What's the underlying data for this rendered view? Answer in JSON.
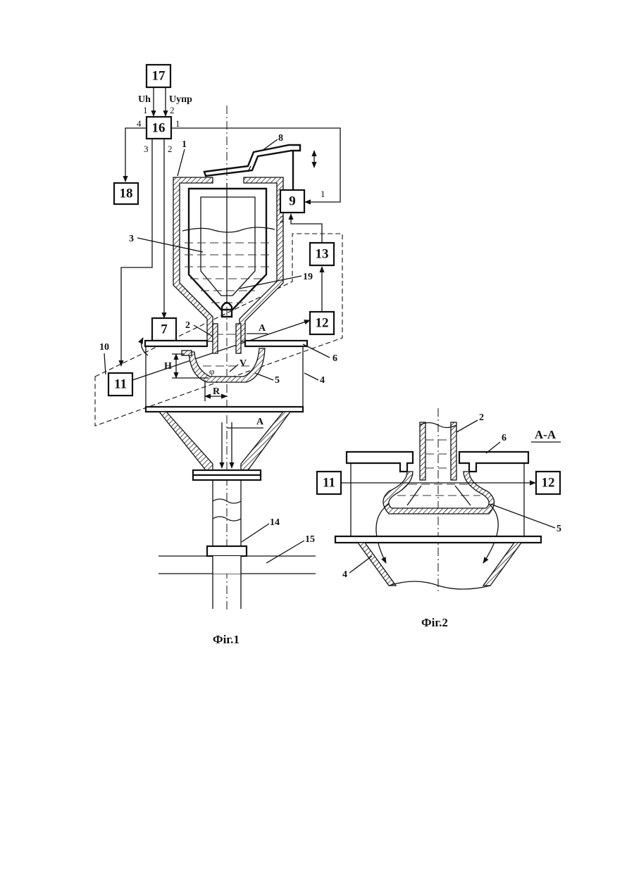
{
  "figure1": {
    "caption": "Фіг.1",
    "blocks": {
      "b7": "7",
      "b9": "9",
      "b11": "11",
      "b12": "12",
      "b13": "13",
      "b16": "16",
      "b17": "17",
      "b18": "18"
    },
    "signals": {
      "uh": "Uh",
      "uupr": "Uупр"
    },
    "ports": {
      "p17_1": "1",
      "p17_2": "2",
      "p16_4": "4",
      "p16_1": "1",
      "p16_3": "3",
      "p16_2": "2",
      "p9_1": "1",
      "p9_2": "2"
    },
    "labels": {
      "l1": "1",
      "l2": "2",
      "l3": "3",
      "l4": "4",
      "l5": "5",
      "l6": "6",
      "l8": "8",
      "l10": "10",
      "l14": "14",
      "l15": "15",
      "l19": "19",
      "sectionA_top": "A",
      "sectionA_bottom": "A",
      "dimH": "H",
      "dimR": "R",
      "dimV": "V",
      "dimPhi": "φ"
    }
  },
  "figure2": {
    "caption": "Фіг.2",
    "section_title": "A-A",
    "blocks": {
      "b11": "11",
      "b12": "12"
    },
    "labels": {
      "l2": "2",
      "l4": "4",
      "l5": "5",
      "l6": "6"
    }
  }
}
